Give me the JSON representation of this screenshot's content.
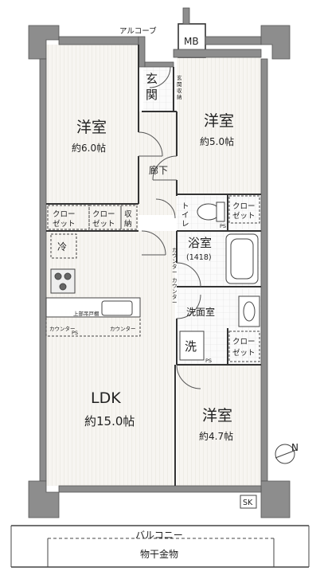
{
  "plan": {
    "alcove": "アルコーブ",
    "mb": "MB",
    "entrance": [
      "玄",
      "関"
    ],
    "entrance_storage": [
      "玄",
      "関",
      "収",
      "納"
    ],
    "corridor": [
      "廊",
      "下"
    ],
    "west_room": {
      "name": "洋室",
      "size": "約6.0帖"
    },
    "north_room": {
      "name": "洋室",
      "size": "約5.0帖"
    },
    "south_room": {
      "name": "洋室",
      "size": "約4.7帖"
    },
    "ldk": {
      "name": "LDK",
      "size": "約15.0帖"
    },
    "closet_1": [
      "クロー",
      "ゼット"
    ],
    "closet_2": [
      "クロー",
      "ゼット"
    ],
    "storage": [
      "収",
      "納"
    ],
    "toilet": [
      "ト",
      "イ",
      "レ"
    ],
    "toilet_closet": [
      "クロー",
      "ゼット"
    ],
    "bath": {
      "name": "浴室",
      "size": "(1418)"
    },
    "washroom": "洗面室",
    "washer": "洗",
    "wash_closet": [
      "クロー",
      "ゼット"
    ],
    "fridge": "冷",
    "upper_cabinet": "上部吊戸棚",
    "counter_left": "カウンター",
    "counter_right": "カウンター",
    "counter_v1": [
      "カ",
      "ウ",
      "ン",
      "タ",
      "ー"
    ],
    "counter_v2": [
      "カ",
      "ウ",
      "ン",
      "タ",
      "ー"
    ],
    "balcony": "バルコニー",
    "drying_fixture": "物干金物",
    "sk": "SK",
    "ps_1": "PS",
    "ps_2": "PS",
    "ps_3": "PS",
    "compass": "N"
  },
  "colors": {
    "wall": "#8d8d8d",
    "floor": "#f5f3ef",
    "line": "#333333"
  }
}
